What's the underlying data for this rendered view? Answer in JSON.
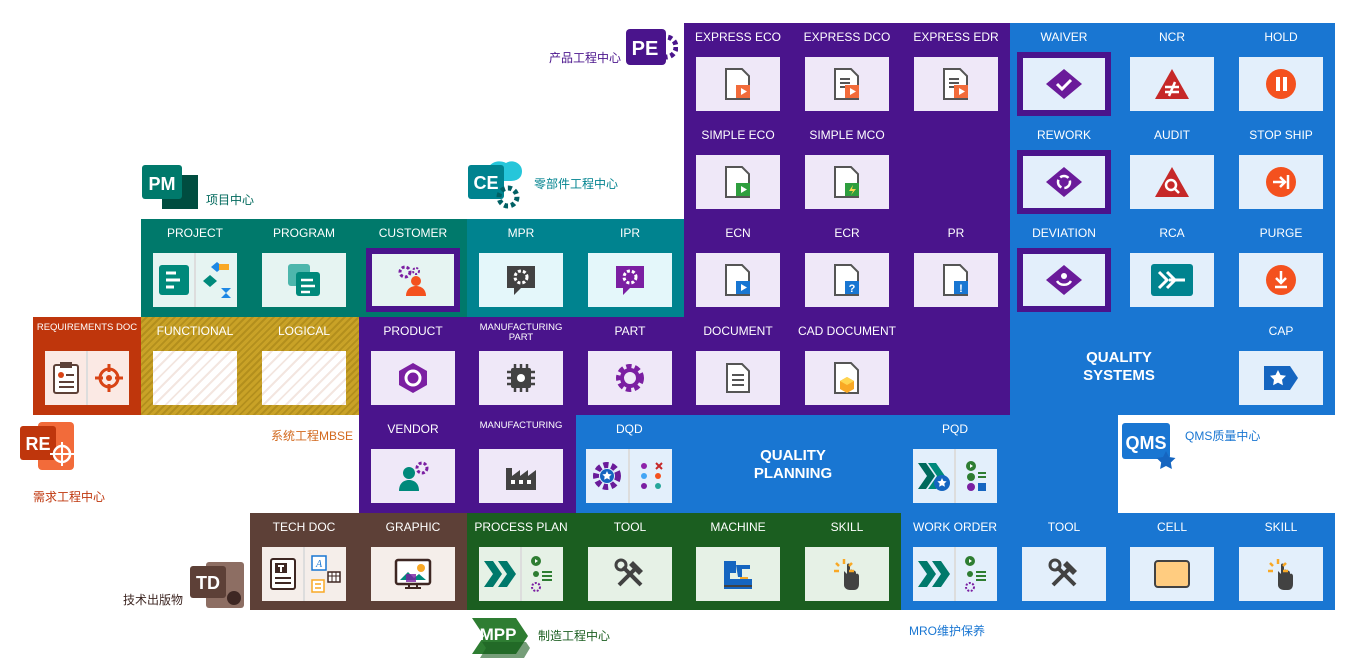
{
  "centers": {
    "pe": {
      "badge": "PE",
      "label": "产品工程中心"
    },
    "pm": {
      "badge": "PM",
      "label": "项目中心"
    },
    "ce": {
      "badge": "CE",
      "label": "零部件工程中心"
    },
    "mbse": {
      "label": "系统工程MBSE"
    },
    "re": {
      "badge": "RE",
      "label": "需求工程中心"
    },
    "qms": {
      "badge": "QMS",
      "label": "QMS质量中心"
    },
    "td": {
      "badge": "TD",
      "label": "技术出版物"
    },
    "mpp": {
      "badge": "MPP",
      "label": "制造工程中心"
    },
    "mro": {
      "label": "MRO维护保养"
    }
  },
  "labels": {
    "express_eco": "EXPRESS ECO",
    "express_dco": "EXPRESS DCO",
    "express_edr": "EXPRESS EDR",
    "simple_eco": "SIMPLE ECO",
    "simple_mco": "SIMPLE MCO",
    "ecn": "ECN",
    "ecr": "ECR",
    "pr": "PR",
    "document": "DOCUMENT",
    "cad_document": "CAD DOCUMENT",
    "waiver": "WAIVER",
    "ncr": "NCR",
    "hold": "HOLD",
    "rework": "REWORK",
    "audit": "AUDIT",
    "stop_ship": "STOP SHIP",
    "deviation": "DEVIATION",
    "rca": "RCA",
    "purge": "PURGE",
    "cap": "CAP",
    "quality_systems": "QUALITY SYSTEMS",
    "project": "PROJECT",
    "program": "PROGRAM",
    "customer": "CUSTOMER",
    "mpr": "MPR",
    "ipr": "IPR",
    "requirements_doc": "REQUIREMENTS DOC",
    "functional": "FUNCTIONAL",
    "logical": "LOGICAL",
    "product": "PRODUCT",
    "manufacturing_part": "MANUFACTURING PART",
    "part": "PART",
    "vendor": "VENDOR",
    "manufacturing": "MANUFACTURING",
    "dqd": "DQD",
    "pqd": "PQD",
    "quality_planning": "QUALITY PLANNING",
    "tech_doc": "TECH DOC",
    "graphic": "GRAPHIC",
    "process_plan": "PROCESS PLAN",
    "tool": "TOOL",
    "machine": "MACHINE",
    "skill": "SKILL",
    "work_order": "WORK ORDER",
    "mro_tool": "TOOL",
    "cell": "CELL",
    "mro_skill": "SKILL"
  },
  "colors": {
    "purple": "#4a148c",
    "blue": "#1976d2",
    "teal": "#00796b",
    "cyan": "#00838f",
    "red": "#bf360c",
    "gold": "#c9a227",
    "green": "#1b5e20",
    "brown": "#5d4037"
  }
}
